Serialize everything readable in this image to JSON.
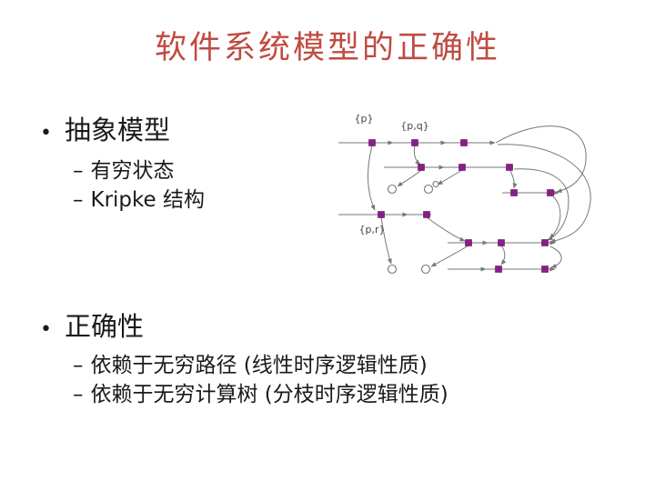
{
  "slide": {
    "title": "软件系统模型的正确性"
  },
  "outline": {
    "bullet_char": "•",
    "dash_char": "–",
    "sections": [
      {
        "label": "抽象模型",
        "children": [
          "有穷状态",
          "Kripke 结构"
        ]
      },
      {
        "label": "正确性",
        "children": [
          "依赖于无穷路径 (线性时序逻辑性质)",
          "依赖于无穷计算树 (分枝时序逻辑性质)"
        ]
      }
    ]
  },
  "diagram": {
    "labels": {
      "p": "{p}",
      "pq": "{p,q}",
      "pr": "{p,r}"
    }
  },
  "colors": {
    "title": "#bf4b42",
    "text": "#1a1a1a",
    "node": "#8b1c8b",
    "edge": "#777777",
    "background": "#ffffff"
  }
}
